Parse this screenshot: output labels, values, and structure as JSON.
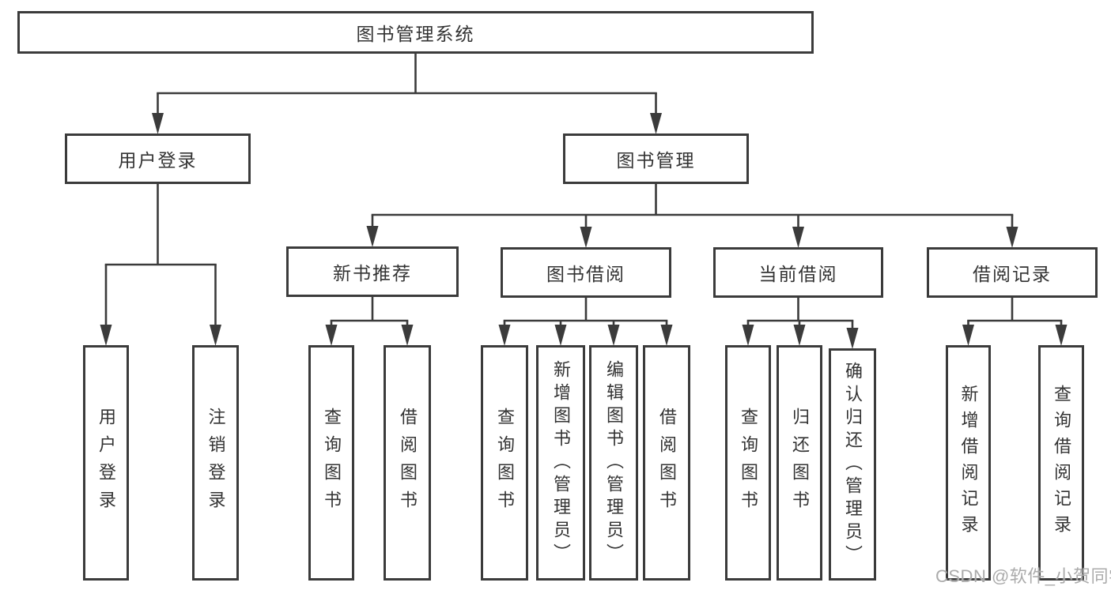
{
  "diagram": {
    "title": "图书管理系统",
    "watermark": "CSDN @软件_小贺同学",
    "colors": {
      "line": "#3b3b3b",
      "text": "#333333",
      "background": "#ffffff",
      "watermark": "#ababab"
    },
    "nodes": {
      "root": {
        "label": "图书管理系统"
      },
      "user_login": {
        "label": "用户登录"
      },
      "book_mgmt": {
        "label": "图书管理"
      },
      "new_book_rec": {
        "label": "新书推荐"
      },
      "book_borrow": {
        "label": "图书借阅"
      },
      "current_borrow": {
        "label": "当前借阅"
      },
      "borrow_records": {
        "label": "借阅记录"
      },
      "user_login_leaf": {
        "label": "用户登录"
      },
      "logout_leaf": {
        "label": "注销登录"
      },
      "query_books_rec": {
        "label": "查询图书"
      },
      "borrow_books_rec": {
        "label": "借阅图书"
      },
      "query_books_borrow": {
        "label": "查询图书"
      },
      "add_books_admin": {
        "label": "新增图书（管理员）"
      },
      "edit_books_admin": {
        "label": "编辑图书（管理员）"
      },
      "borrow_books_borrow": {
        "label": "借阅图书"
      },
      "query_books_current": {
        "label": "查询图书"
      },
      "return_books": {
        "label": "归还图书"
      },
      "confirm_return_admin": {
        "label": "确认归还（管理员）"
      },
      "add_borrow_record": {
        "label": "新增借阅记录"
      },
      "query_borrow_record": {
        "label": "查询借阅记录"
      }
    },
    "hierarchy": [
      {
        "parent": "root",
        "children": [
          "user_login",
          "book_mgmt"
        ]
      },
      {
        "parent": "user_login",
        "children": [
          "user_login_leaf",
          "logout_leaf"
        ]
      },
      {
        "parent": "book_mgmt",
        "children": [
          "new_book_rec",
          "book_borrow",
          "current_borrow",
          "borrow_records"
        ]
      },
      {
        "parent": "new_book_rec",
        "children": [
          "query_books_rec",
          "borrow_books_rec"
        ]
      },
      {
        "parent": "book_borrow",
        "children": [
          "query_books_borrow",
          "add_books_admin",
          "edit_books_admin",
          "borrow_books_borrow"
        ]
      },
      {
        "parent": "current_borrow",
        "children": [
          "query_books_current",
          "return_books",
          "confirm_return_admin"
        ]
      },
      {
        "parent": "borrow_records",
        "children": [
          "add_borrow_record",
          "query_borrow_record"
        ]
      }
    ]
  }
}
